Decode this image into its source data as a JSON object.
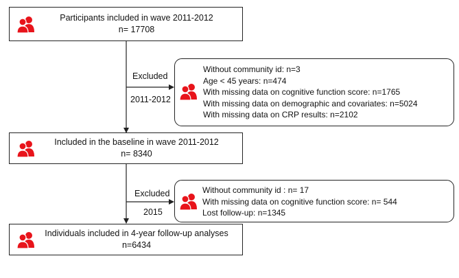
{
  "boxes": {
    "wave_2011": {
      "lines": [
        "Participants included in wave 2011-2012",
        "n= 17708"
      ],
      "icon": "people-icon"
    },
    "excluded_1": {
      "lines": [
        "Without community id: n=3",
        "Age < 45 years: n=474",
        "With missing data on cognitive function score:  n=1765",
        "With missing data on demographic and covariates: n=5024",
        "With missing data on CRP results: n=2102"
      ],
      "icon": "people-icon"
    },
    "baseline": {
      "lines": [
        "Included in the baseline in wave 2011-2012",
        "n= 8340"
      ],
      "icon": "people-icon"
    },
    "excluded_2": {
      "lines": [
        "Without community id : n= 17",
        "With missing data on cognitive function score: n= 544",
        "Lost follow-up: n=1345"
      ],
      "icon": "people-icon"
    },
    "followup": {
      "lines": [
        "Individuals included in 4-year follow-up analyses",
        "n=6434"
      ],
      "icon": "people-icon"
    }
  },
  "arrows": {
    "first": {
      "label": "Excluded",
      "period": "2011-2012"
    },
    "second": {
      "label": "Excluded",
      "period": "2015"
    }
  },
  "colors": {
    "icon": "#e8141b",
    "border": "#222222"
  }
}
